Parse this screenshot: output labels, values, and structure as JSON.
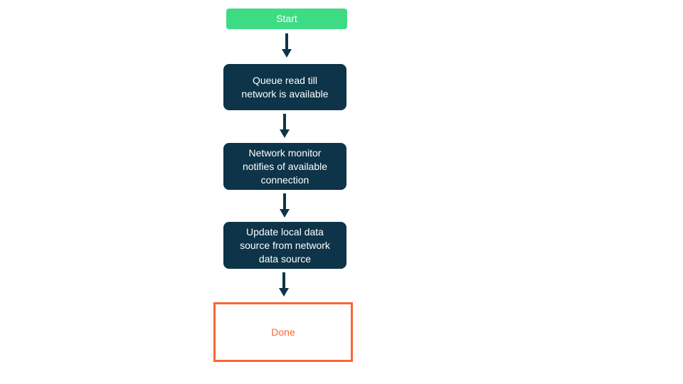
{
  "nodes": [
    {
      "id": "start",
      "type": "start",
      "label": "Start"
    },
    {
      "id": "queue",
      "type": "process",
      "label": "Queue read till\nnetwork is available"
    },
    {
      "id": "monitor",
      "type": "process",
      "label": "Network monitor\nnotifies of available\nconnection"
    },
    {
      "id": "update",
      "type": "process",
      "label": "Update local data\nsource from network\ndata source"
    },
    {
      "id": "done",
      "type": "end",
      "label": "Done"
    }
  ],
  "connectors": [
    {
      "from": "start",
      "to": "queue",
      "shape": "down-arrow"
    },
    {
      "from": "queue",
      "to": "monitor",
      "shape": "down-arrow"
    },
    {
      "from": "monitor",
      "to": "update",
      "shape": "down-arrow"
    },
    {
      "from": "update",
      "to": "done",
      "shape": "down-arrow"
    }
  ],
  "colors": {
    "start_bg": "#3ddc84",
    "process_bg": "#0d3448",
    "arrow": "#0d3448",
    "done_border": "#f86734",
    "done_text": "#f86734",
    "text_light": "#ffffff",
    "background": "#ffffff"
  }
}
